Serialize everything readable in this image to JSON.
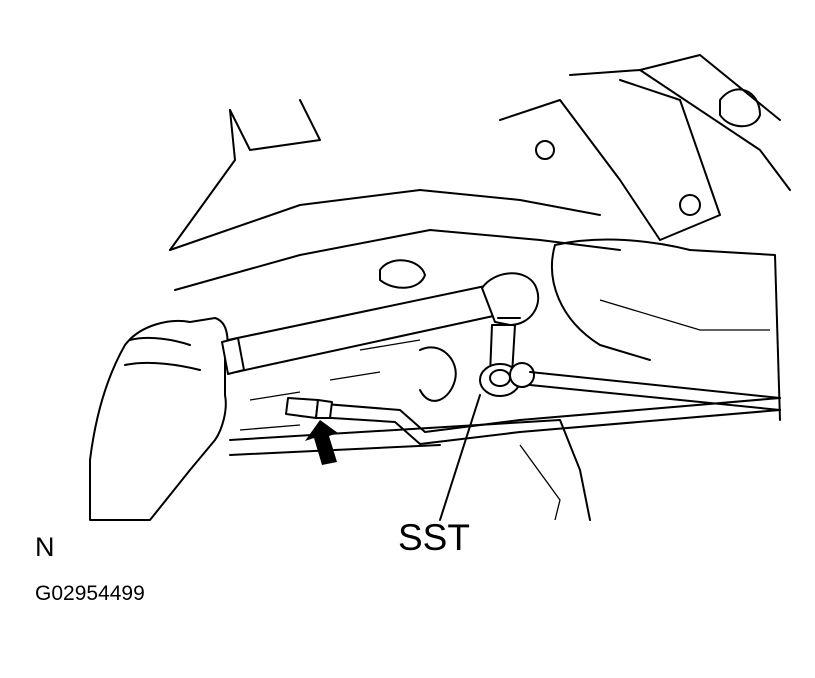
{
  "figure": {
    "callout_label": "SST",
    "note_letter": "N",
    "figure_code": "G02954499",
    "line_color": "#000000",
    "background_color": "#ffffff"
  }
}
